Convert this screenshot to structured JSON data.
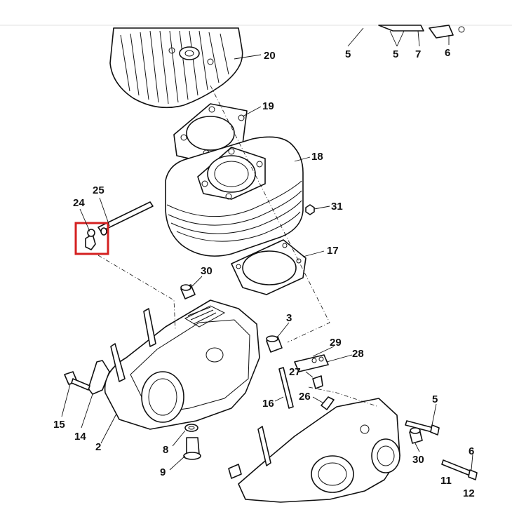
{
  "diagram": {
    "callouts": [
      "20",
      "19",
      "18",
      "31",
      "17",
      "25",
      "24",
      "30",
      "3",
      "29",
      "28",
      "27",
      "26",
      "16",
      "15",
      "14",
      "2",
      "8",
      "9",
      "5",
      "30",
      "6",
      "11",
      "12",
      "5",
      "5",
      "7",
      "6"
    ],
    "highlight_part": "24",
    "highlight_color": "#d42020"
  }
}
